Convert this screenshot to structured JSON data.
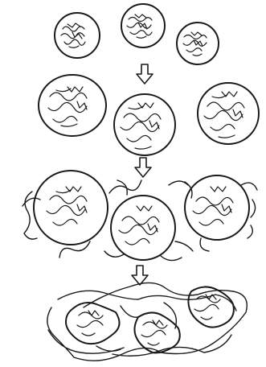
{
  "figure": {
    "description_visible_text": [],
    "stages": [
      {
        "id": "stage-1",
        "granules": 3,
        "state": "compact"
      },
      {
        "id": "stage-2",
        "granules": 3,
        "state": "swollen"
      },
      {
        "id": "stage-3",
        "granules": 3,
        "state": "swollen-leaching"
      },
      {
        "id": "stage-4",
        "granules": 3,
        "state": "collapsed-network"
      }
    ],
    "arrows": 3,
    "ink_color": "#1a1a1a",
    "background": "#ffffff"
  }
}
